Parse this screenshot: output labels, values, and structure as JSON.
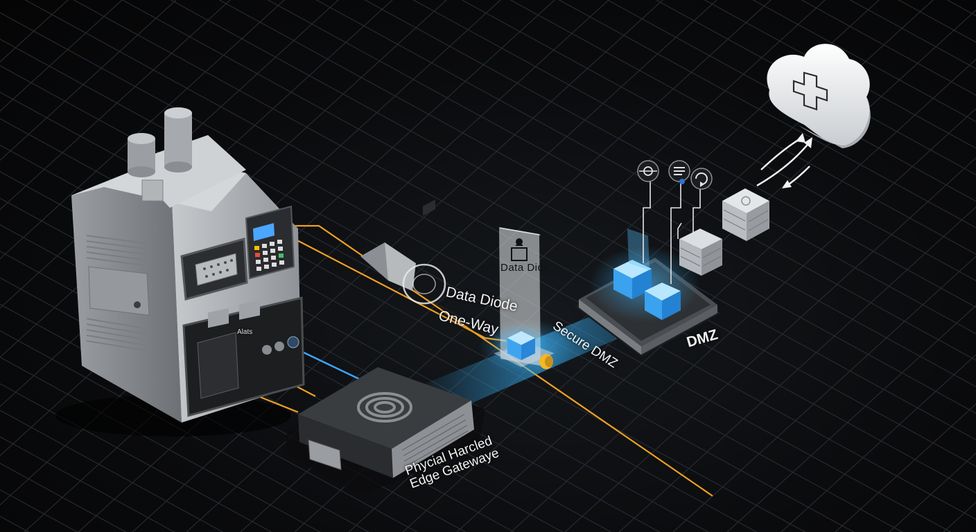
{
  "labels": {
    "diode_panel": "Data Dide",
    "diode_side": "Data Diode",
    "one_way": "One-Way",
    "secure_dmz": "Secure DMZ",
    "dmz": "DMZ",
    "gateway_line1": "Phycial Harcled",
    "gateway_line2": "Edge Gatewaye",
    "plc_panel": "Alats"
  },
  "icons": [
    "plus-icon",
    "target-icon",
    "server-icon",
    "refresh-icon",
    "lock-icon",
    "concentric-circles-icon"
  ],
  "colors": {
    "background": "#07080a",
    "grid": "#2a2e33",
    "glow_blue": "#38b6ff",
    "orange_wire": "#f0a020",
    "cloud": "#e8eaed",
    "metal": "#a9adb2"
  }
}
